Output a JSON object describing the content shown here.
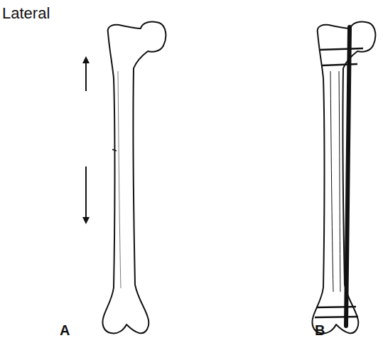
{
  "diagram": {
    "labels": [
      "Lateral",
      "A",
      "B"
    ]
  }
}
